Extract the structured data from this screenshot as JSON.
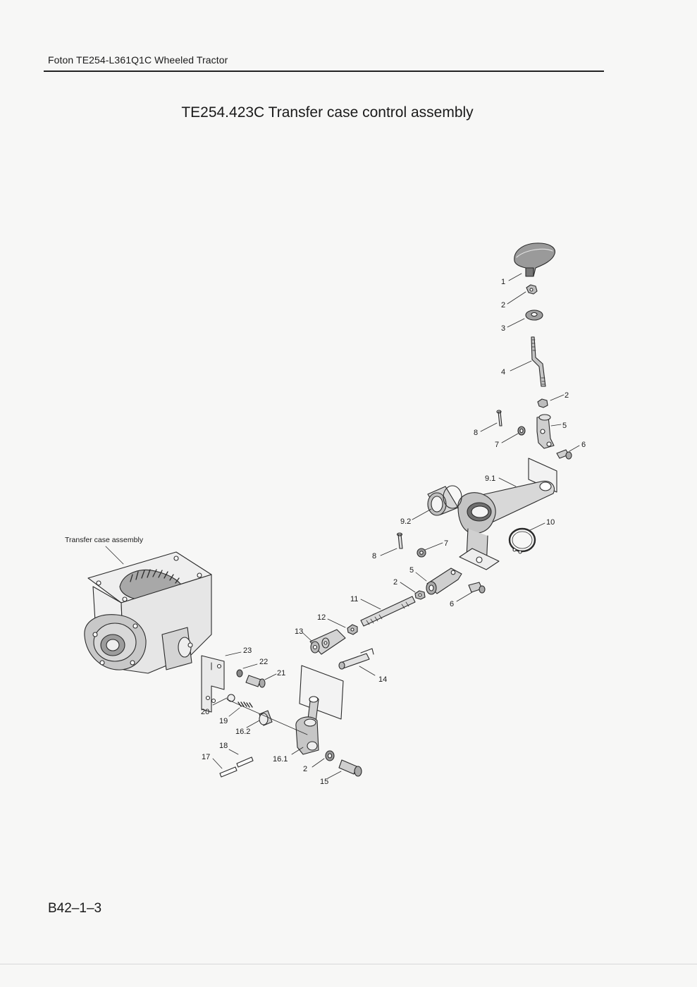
{
  "header": {
    "title": "Foton TE254-L361Q1C Wheeled Tractor"
  },
  "page": {
    "title": "TE254.423C  Transfer case control assembly",
    "number": "B42–1–3"
  },
  "diagram": {
    "assembly_label": "Transfer case assembly",
    "callouts": {
      "c1": "1",
      "c2a": "2",
      "c3": "3",
      "c4": "4",
      "c2b": "2",
      "c8a": "8",
      "c7a": "7",
      "c5a": "5",
      "c6a": "6",
      "c91": "9.1",
      "c92": "9.2",
      "c10": "10",
      "c8b": "8",
      "c7b": "7",
      "c5b": "5",
      "c2c": "2",
      "c6b": "6",
      "c11": "11",
      "c12": "12",
      "c13": "13",
      "c14": "14",
      "c23": "23",
      "c22": "22",
      "c21": "21",
      "c20": "20",
      "c19": "19",
      "c162": "16.2",
      "c18": "18",
      "c17": "17",
      "c161": "16.1",
      "c2d": "2",
      "c15": "15"
    }
  }
}
